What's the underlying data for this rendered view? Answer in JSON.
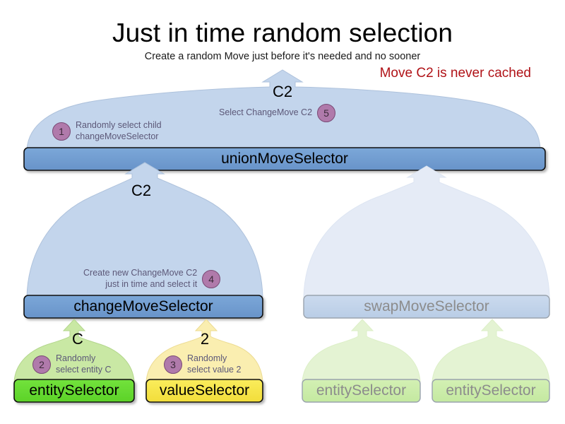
{
  "header": {
    "title": "Just in time random selection",
    "subtitle": "Create a random Move just before it's needed and no sooner",
    "note": "Move C2 is never cached",
    "note_color": "#b01217"
  },
  "palette": {
    "arrow_blue_fill": "#c3d5ec",
    "arrow_blue_stroke": "#9fb6d4",
    "arrow_blue_faded_fill": "#e3eaf5",
    "box_blue_fill": "#6e9bd1",
    "box_blue_stroke": "#1a1a1a",
    "box_blue_faded_fill": "#c3d5ec",
    "box_blue_faded_stroke": "#9aa3ad",
    "arrow_green_fill": "#c9e8a4",
    "arrow_green_stroke": "#a8cd82",
    "arrow_green_faded_fill": "#e4f3d3",
    "arrow_yellow_fill": "#faeeb0",
    "arrow_yellow_stroke": "#e6d583",
    "box_green_fill": "#66dd33",
    "box_green_faded_fill": "#c8eca5",
    "box_yellow_fill": "#f5e54a",
    "badge_fill": "#b07aab",
    "badge_stroke": "#7a4a75",
    "anno_text": "#5c5878",
    "faded_text": "#8c8c8c"
  },
  "nodes": {
    "union_move_selector": "unionMoveSelector",
    "change_move_selector": "changeMoveSelector",
    "swap_move_selector": "swapMoveSelector",
    "entity_selector_1": "entitySelector",
    "value_selector_1": "valueSelector",
    "entity_selector_2": "entitySelector",
    "entity_selector_3": "entitySelector"
  },
  "arrow_values": {
    "top_union_out": "C2",
    "change_to_union": "C2",
    "entity_to_change": "C",
    "value_to_change": "2"
  },
  "steps": [
    {
      "number": "1",
      "line1": "Randomly select child",
      "line2": "changeMoveSelector"
    },
    {
      "number": "2",
      "line1": "Randomly",
      "line2": "select entity C"
    },
    {
      "number": "3",
      "line1": "Randomly",
      "line2": "select value 2"
    },
    {
      "number": "4",
      "line1": "Create new ChangeMove C2",
      "line2": "just in time and select it"
    },
    {
      "number": "5",
      "line1": "Select ChangeMove C2",
      "line2": ""
    }
  ]
}
